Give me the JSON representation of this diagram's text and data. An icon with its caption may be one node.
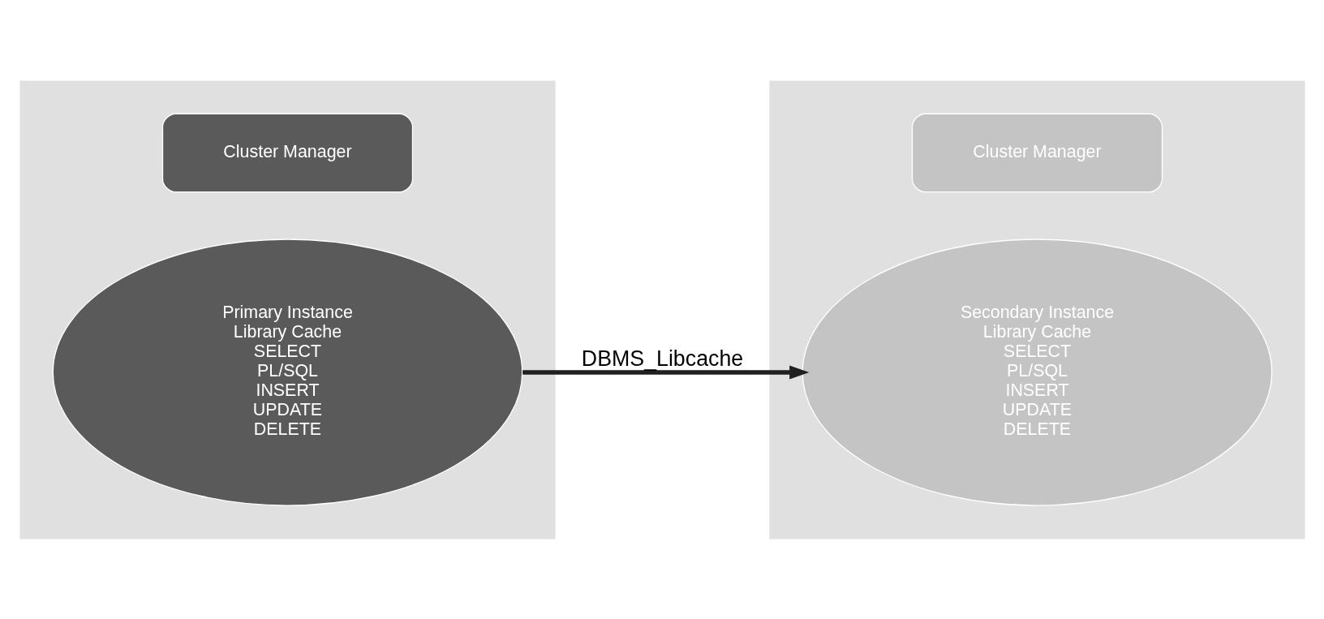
{
  "diagram": {
    "nodes": [
      {
        "text": [],
        "shape": "box"
      },
      {
        "text": [
          "Cluster Manager"
        ],
        "in": 0
      },
      {
        "text": [
          "Primary Instance",
          "Library Cache",
          "SELECT",
          "PL/SQL",
          "INSERT",
          "UPDATE",
          "DELETE"
        ],
        "in": 0
      },
      {
        "text": [],
        "shape": "box"
      },
      {
        "text": [
          "Cluster Manager"
        ],
        "in": 3
      },
      {
        "text": [
          "Secondary Instance",
          "Library Cache",
          "SELECT",
          "PL/SQL",
          "INSERT",
          "UPDATE",
          "DELETE"
        ],
        "in": 3
      }
    ],
    "edges": [
      {
        "from": 2,
        "to": 5,
        "arrow": "to",
        "label": "DBMS_Libcache"
      }
    ]
  }
}
